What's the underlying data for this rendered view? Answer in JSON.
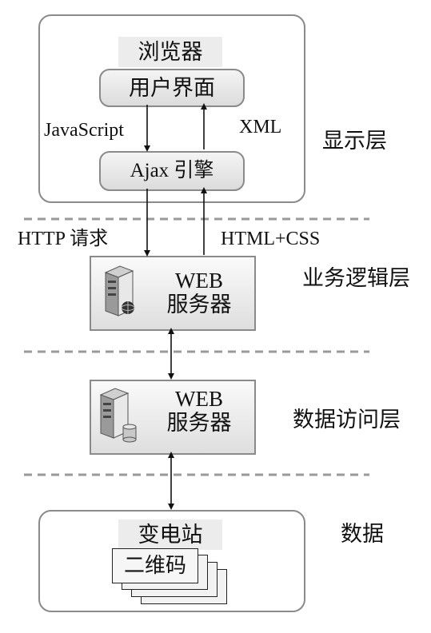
{
  "presentation": {
    "box_title": "浏览器",
    "ui_component": "用户界面",
    "ajax_component": "Ajax 引擎",
    "edge_down_label": "JavaScript",
    "edge_up_label": "XML",
    "layer_label": "显示层"
  },
  "http": {
    "request_label": "HTTP 请求",
    "response_label": "HTML+CSS"
  },
  "business": {
    "server_line1": "WEB",
    "server_line2": "服务器",
    "layer_label": "业务逻辑层"
  },
  "data_access": {
    "server_line1": "WEB",
    "server_line2": "服务器",
    "layer_label": "数据访问层"
  },
  "data": {
    "box_title": "变电站",
    "doc_label": "二维码",
    "layer_label": "数据"
  }
}
